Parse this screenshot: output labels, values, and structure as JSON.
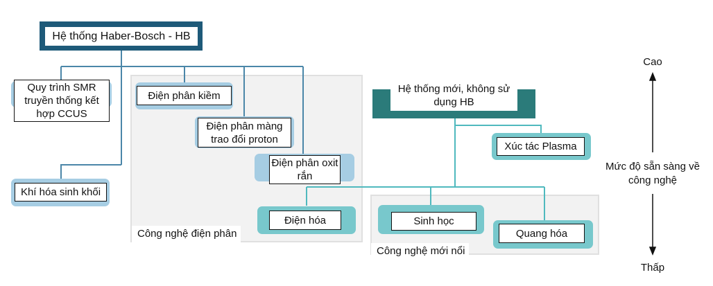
{
  "diagram": {
    "root": {
      "label": "Hệ thống Haber-Bosch - HB"
    },
    "hb_children": [
      {
        "id": "smr",
        "label": "Quy trình SMR truyền thống kết hợp CCUS"
      },
      {
        "id": "biomass",
        "label": "Khí hóa sinh khối"
      }
    ],
    "electrolysis_group": {
      "label": "Công nghệ điện phân",
      "items": [
        {
          "id": "alkaline",
          "label": "Điện phân kiềm"
        },
        {
          "id": "pem",
          "label": "Điện phân màng trao đổi proton"
        },
        {
          "id": "soec",
          "label": "Điện phân oxit rắn"
        },
        {
          "id": "electrochem",
          "label": "Điện hóa"
        }
      ]
    },
    "new_system": {
      "label": "Hệ thống mới, không sử dụng HB"
    },
    "plasma": {
      "label": "Xúc tác Plasma"
    },
    "emerging_group": {
      "label": "Công nghệ mới nổi",
      "items": [
        {
          "id": "bio",
          "label": "Sinh học"
        },
        {
          "id": "photo",
          "label": "Quang hóa"
        }
      ]
    },
    "colors": {
      "hb_frame": "#1e5a79",
      "hb_line": "#4a86a8",
      "hb_pill": "#a6cde3",
      "new_frame": "#2b7b7a",
      "new_line": "#4fb9be",
      "new_pill": "#78c8cc",
      "group_bg": "#f2f2f2"
    }
  },
  "axis": {
    "top_label": "Cao",
    "middle_label": "Mức độ sẵn sàng về công nghệ",
    "bottom_label": "Thấp"
  }
}
